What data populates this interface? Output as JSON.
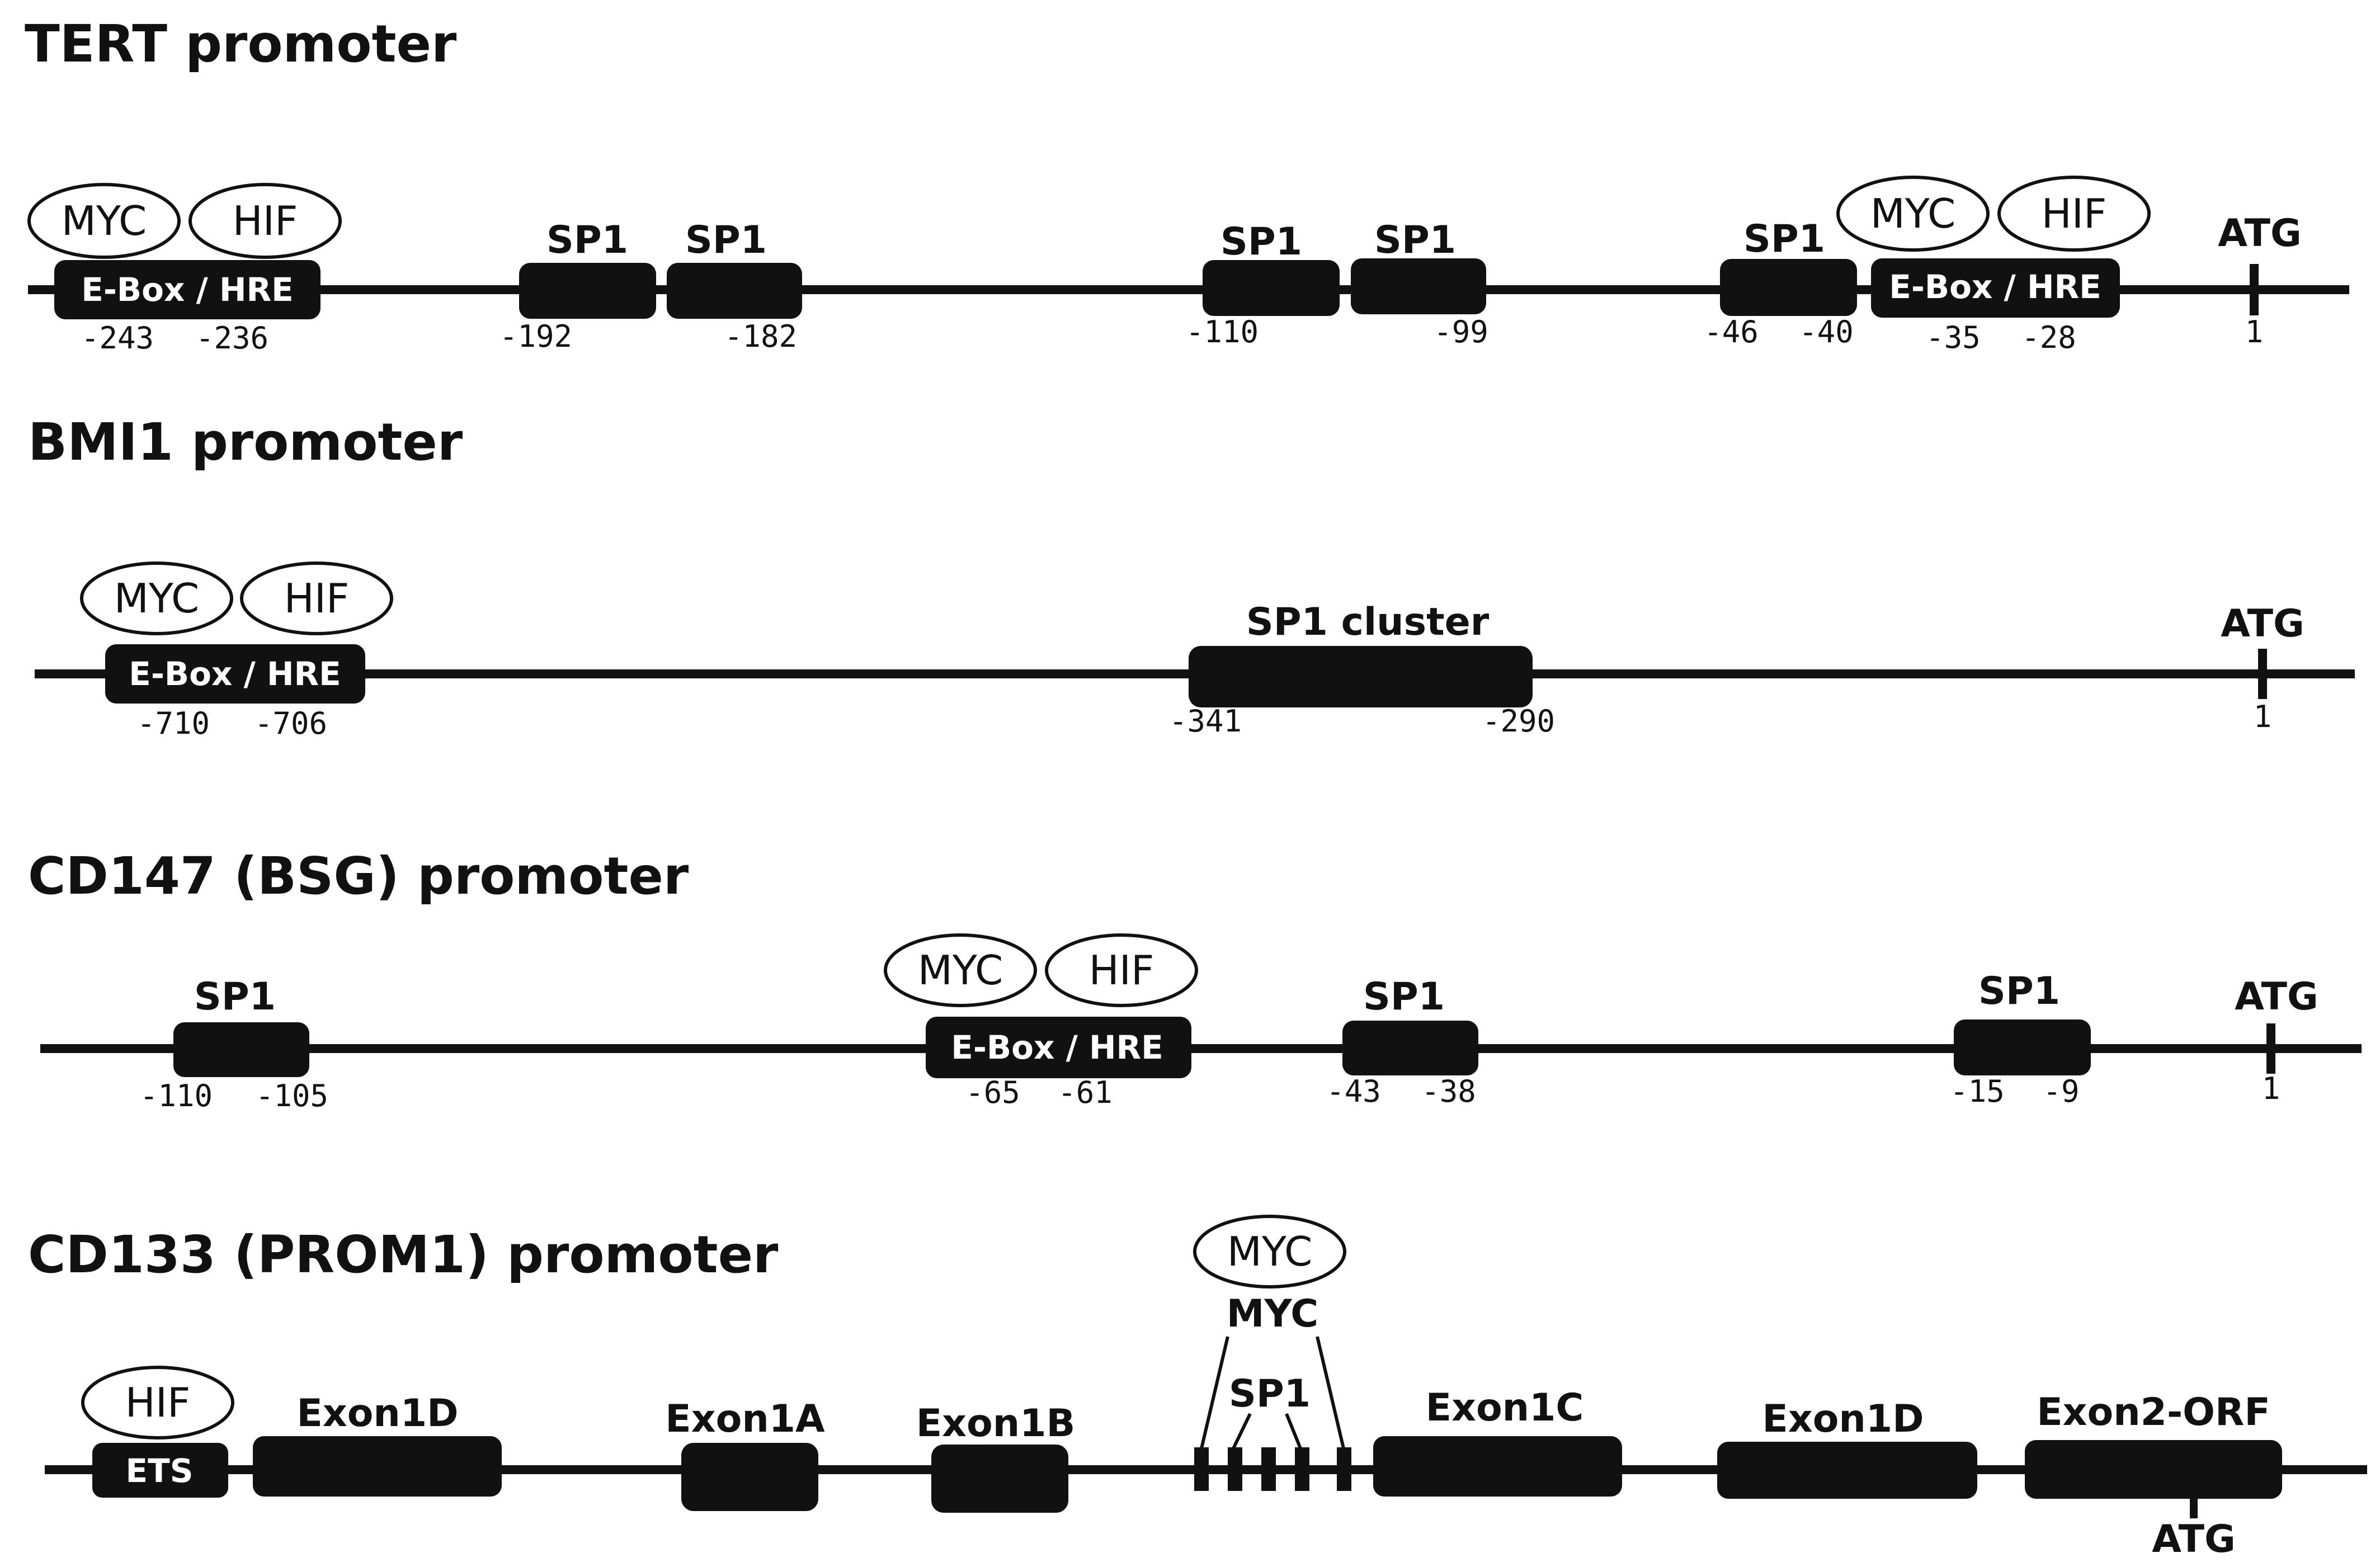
{
  "colors": {
    "ink": "#111111",
    "background": "#ffffff"
  },
  "panels": [
    {
      "title": "TERT promoter",
      "boxes": [
        {
          "label": "E-Box / HRE",
          "inside": true
        },
        {
          "label": "SP1"
        },
        {
          "label": "SP1"
        },
        {
          "label": "SP1"
        },
        {
          "label": "SP1"
        },
        {
          "label": "SP1"
        },
        {
          "label": "E-Box / HRE",
          "inside": true
        }
      ],
      "ovals": [
        "MYC",
        "HIF",
        "MYC",
        "HIF"
      ],
      "numbers": [
        "-243",
        "-236",
        "-192",
        "-182",
        "-110",
        "-99",
        "-46",
        "-40",
        "-35",
        "-28",
        "1"
      ],
      "atg": "ATG"
    },
    {
      "title": "BMI1 promoter",
      "boxes": [
        {
          "label": "E-Box / HRE",
          "inside": true
        },
        {
          "label": "SP1 cluster"
        }
      ],
      "ovals": [
        "MYC",
        "HIF"
      ],
      "numbers": [
        "-710",
        "-706",
        "-341",
        "-290",
        "1"
      ],
      "atg": "ATG"
    },
    {
      "title": "CD147 (BSG) promoter",
      "boxes": [
        {
          "label": "SP1"
        },
        {
          "label": "E-Box / HRE",
          "inside": true
        },
        {
          "label": "SP1"
        },
        {
          "label": "SP1"
        }
      ],
      "ovals": [
        "MYC",
        "HIF"
      ],
      "numbers": [
        "-110",
        "-105",
        "-65",
        "-61",
        "-43",
        "-38",
        "-15",
        "-9",
        "1"
      ],
      "atg": "ATG"
    },
    {
      "title": "CD133 (PROM1) promoter",
      "boxes": [
        {
          "label": "ETS",
          "inside": true
        },
        {
          "label": "Exon1D"
        },
        {
          "label": "Exon1A"
        },
        {
          "label": "Exon1B"
        },
        {
          "label": "Exon1C"
        },
        {
          "label": "Exon1D"
        },
        {
          "label": "Exon2-ORF"
        }
      ],
      "ovals": [
        "HIF",
        "MYC"
      ],
      "extra_labels": [
        "MYC",
        "SP1"
      ],
      "atg": "ATG"
    }
  ]
}
